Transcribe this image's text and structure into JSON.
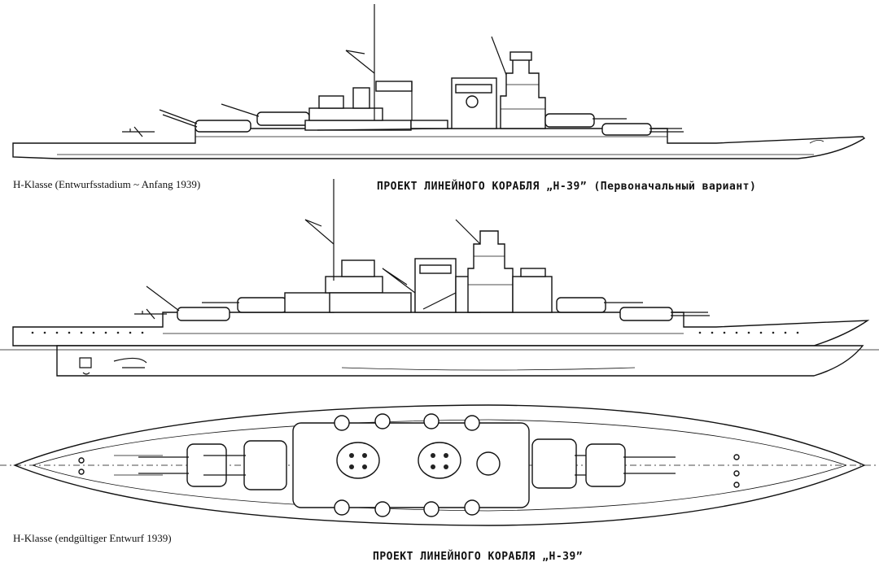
{
  "captions": {
    "top_left": "H-Klasse (Entwurfsstadium ~ Anfang 1939)",
    "top_right": "ПРОЕКТ ЛИНЕЙНОГО КОРАБЛЯ „H-39” (Первоначальный вариант)",
    "bottom_left": "H-Klasse (endgültiger Entwurf 1939)",
    "bottom_center": "ПРОЕКТ ЛИНЕЙНОГО КОРАБЛЯ „H-39”"
  },
  "views": [
    "profile-initial-variant",
    "profile-final-design",
    "plan-final-design"
  ]
}
